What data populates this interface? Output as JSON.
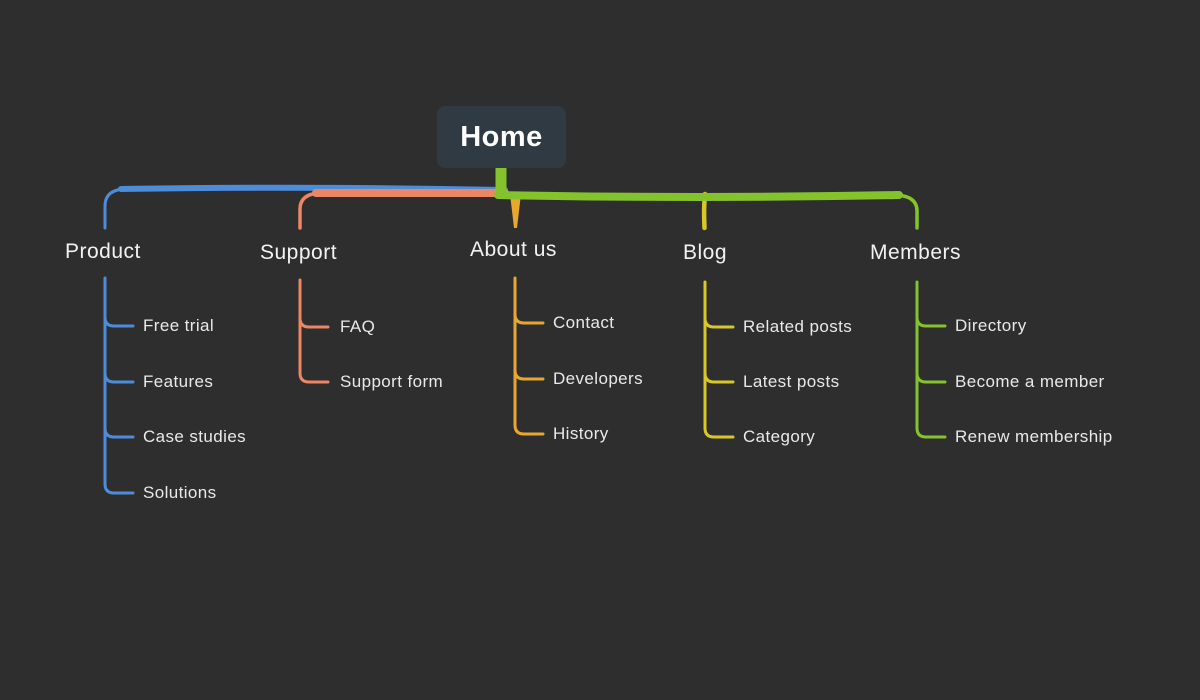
{
  "canvas": {
    "background": "#2e2e2e"
  },
  "root": {
    "label": "Home",
    "background": "#2f3a43",
    "text_color": "#ffffff"
  },
  "branches": [
    {
      "label": "Product",
      "color": "#4c8cdb",
      "children": [
        "Free trial",
        "Features",
        "Case studies",
        "Solutions"
      ]
    },
    {
      "label": "Support",
      "color": "#ec8766",
      "children": [
        "FAQ",
        "Support form"
      ]
    },
    {
      "label": "About us",
      "color": "#e8a72e",
      "children": [
        "Contact",
        "Developers",
        "History"
      ]
    },
    {
      "label": "Blog",
      "color": "#d9c728",
      "children": [
        "Related posts",
        "Latest posts",
        "Category"
      ]
    },
    {
      "label": "Members",
      "color": "#85c32c",
      "children": [
        "Directory",
        "Become a member",
        "Renew membership"
      ]
    }
  ]
}
